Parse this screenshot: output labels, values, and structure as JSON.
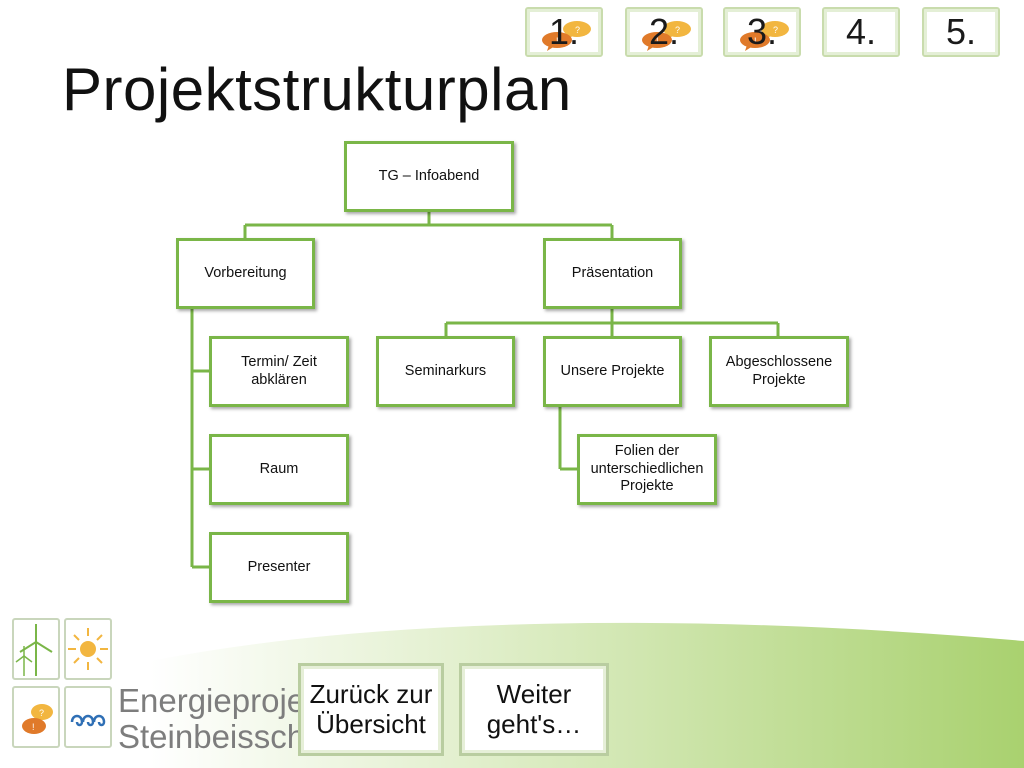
{
  "title": "Projektstrukturplan",
  "steps": [
    "1.",
    "2.",
    "3.",
    "4.",
    "5."
  ],
  "tree": {
    "root": "TG – Infoabend",
    "vorbereitung": "Vorbereitung",
    "praesentation": "Präsentation",
    "termin": "Termin/ Zeit abklären",
    "raum": "Raum",
    "presenter": "Presenter",
    "seminarkurs": "Seminarkurs",
    "unsere_projekte": "Unsere Projekte",
    "abgeschlossene": "Abgeschlossene Projekte",
    "folien": "Folien der unterschiedlichen Projekte"
  },
  "brand": {
    "line1": "Energieprojekt",
    "line2": "Steinbeisschule"
  },
  "nav": {
    "back": "Zurück zur Übersicht",
    "next": "Weiter geht's…"
  },
  "colors": {
    "accent_green": "#7ab648",
    "swoosh_green": "#b8d98a",
    "bubble_orange": "#e07a2a",
    "bubble_yellow": "#f2b640"
  }
}
